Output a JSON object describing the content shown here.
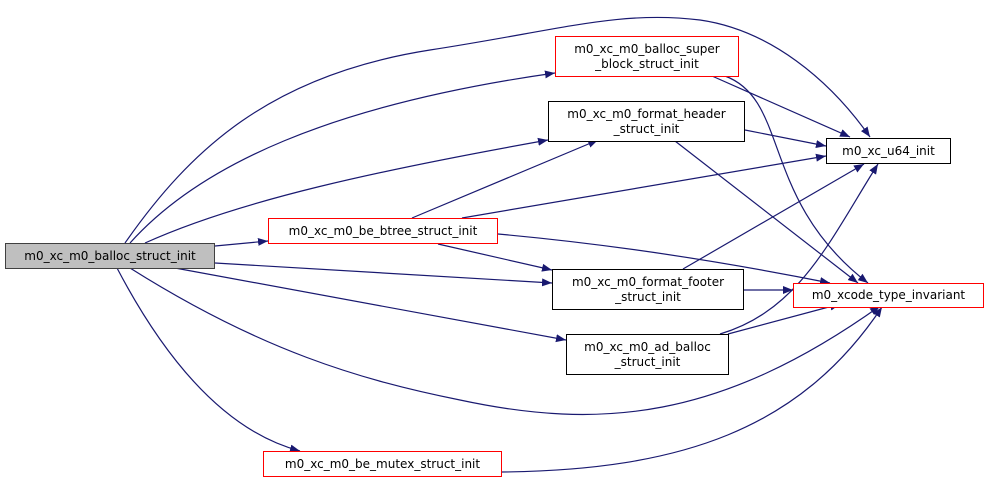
{
  "graph": {
    "type": "call-graph",
    "edge_color": "#191970",
    "root_fill": "#bfbfbf",
    "nodes": [
      {
        "id": "root",
        "label": "m0_xc_m0_balloc_struct_init",
        "style": "root"
      },
      {
        "id": "super",
        "label": "m0_xc_m0_balloc_super\n_block_struct_init",
        "style": "red"
      },
      {
        "id": "header",
        "label": "m0_xc_m0_format_header\n_struct_init",
        "style": "black"
      },
      {
        "id": "btree",
        "label": "m0_xc_m0_be_btree_struct_init",
        "style": "red"
      },
      {
        "id": "footer",
        "label": "m0_xc_m0_format_footer\n_struct_init",
        "style": "black"
      },
      {
        "id": "adballoc",
        "label": "m0_xc_m0_ad_balloc\n_struct_init",
        "style": "black"
      },
      {
        "id": "u64",
        "label": "m0_xc_u64_init",
        "style": "black"
      },
      {
        "id": "invariant",
        "label": "m0_xcode_type_invariant",
        "style": "red"
      },
      {
        "id": "mutex",
        "label": "m0_xc_m0_be_mutex_struct_init",
        "style": "red"
      }
    ],
    "edges": [
      {
        "from": "root",
        "to": "u64"
      },
      {
        "from": "root",
        "to": "super"
      },
      {
        "from": "root",
        "to": "header"
      },
      {
        "from": "root",
        "to": "btree"
      },
      {
        "from": "root",
        "to": "footer"
      },
      {
        "from": "root",
        "to": "adballoc"
      },
      {
        "from": "root",
        "to": "invariant"
      },
      {
        "from": "root",
        "to": "mutex"
      },
      {
        "from": "super",
        "to": "u64"
      },
      {
        "from": "super",
        "to": "invariant"
      },
      {
        "from": "header",
        "to": "u64"
      },
      {
        "from": "header",
        "to": "invariant"
      },
      {
        "from": "btree",
        "to": "header"
      },
      {
        "from": "btree",
        "to": "u64"
      },
      {
        "from": "btree",
        "to": "footer"
      },
      {
        "from": "btree",
        "to": "invariant"
      },
      {
        "from": "footer",
        "to": "u64"
      },
      {
        "from": "footer",
        "to": "invariant"
      },
      {
        "from": "adballoc",
        "to": "u64"
      },
      {
        "from": "adballoc",
        "to": "invariant"
      },
      {
        "from": "mutex",
        "to": "invariant"
      }
    ]
  }
}
